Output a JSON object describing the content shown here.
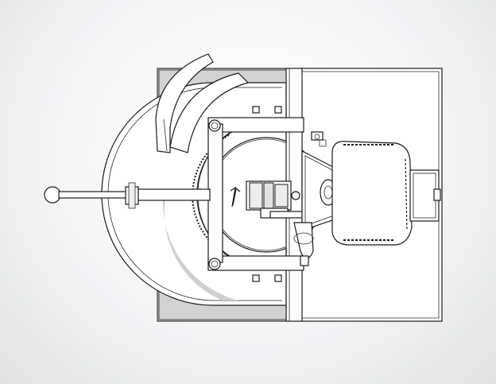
{
  "colors": {
    "background_center": "#ffffff",
    "background_edge": "#dfe2e7",
    "line": "#1a1a1a",
    "part_fill": "#ffffff",
    "shadow_fill": "#b8b8b8"
  },
  "parts": [
    "base-plate",
    "drum-pan",
    "motor-housing",
    "handle-lever",
    "guard-cover",
    "rotation-arrow-icon",
    "belt-drive",
    "pulley",
    "gear-motor",
    "frame-rails"
  ]
}
